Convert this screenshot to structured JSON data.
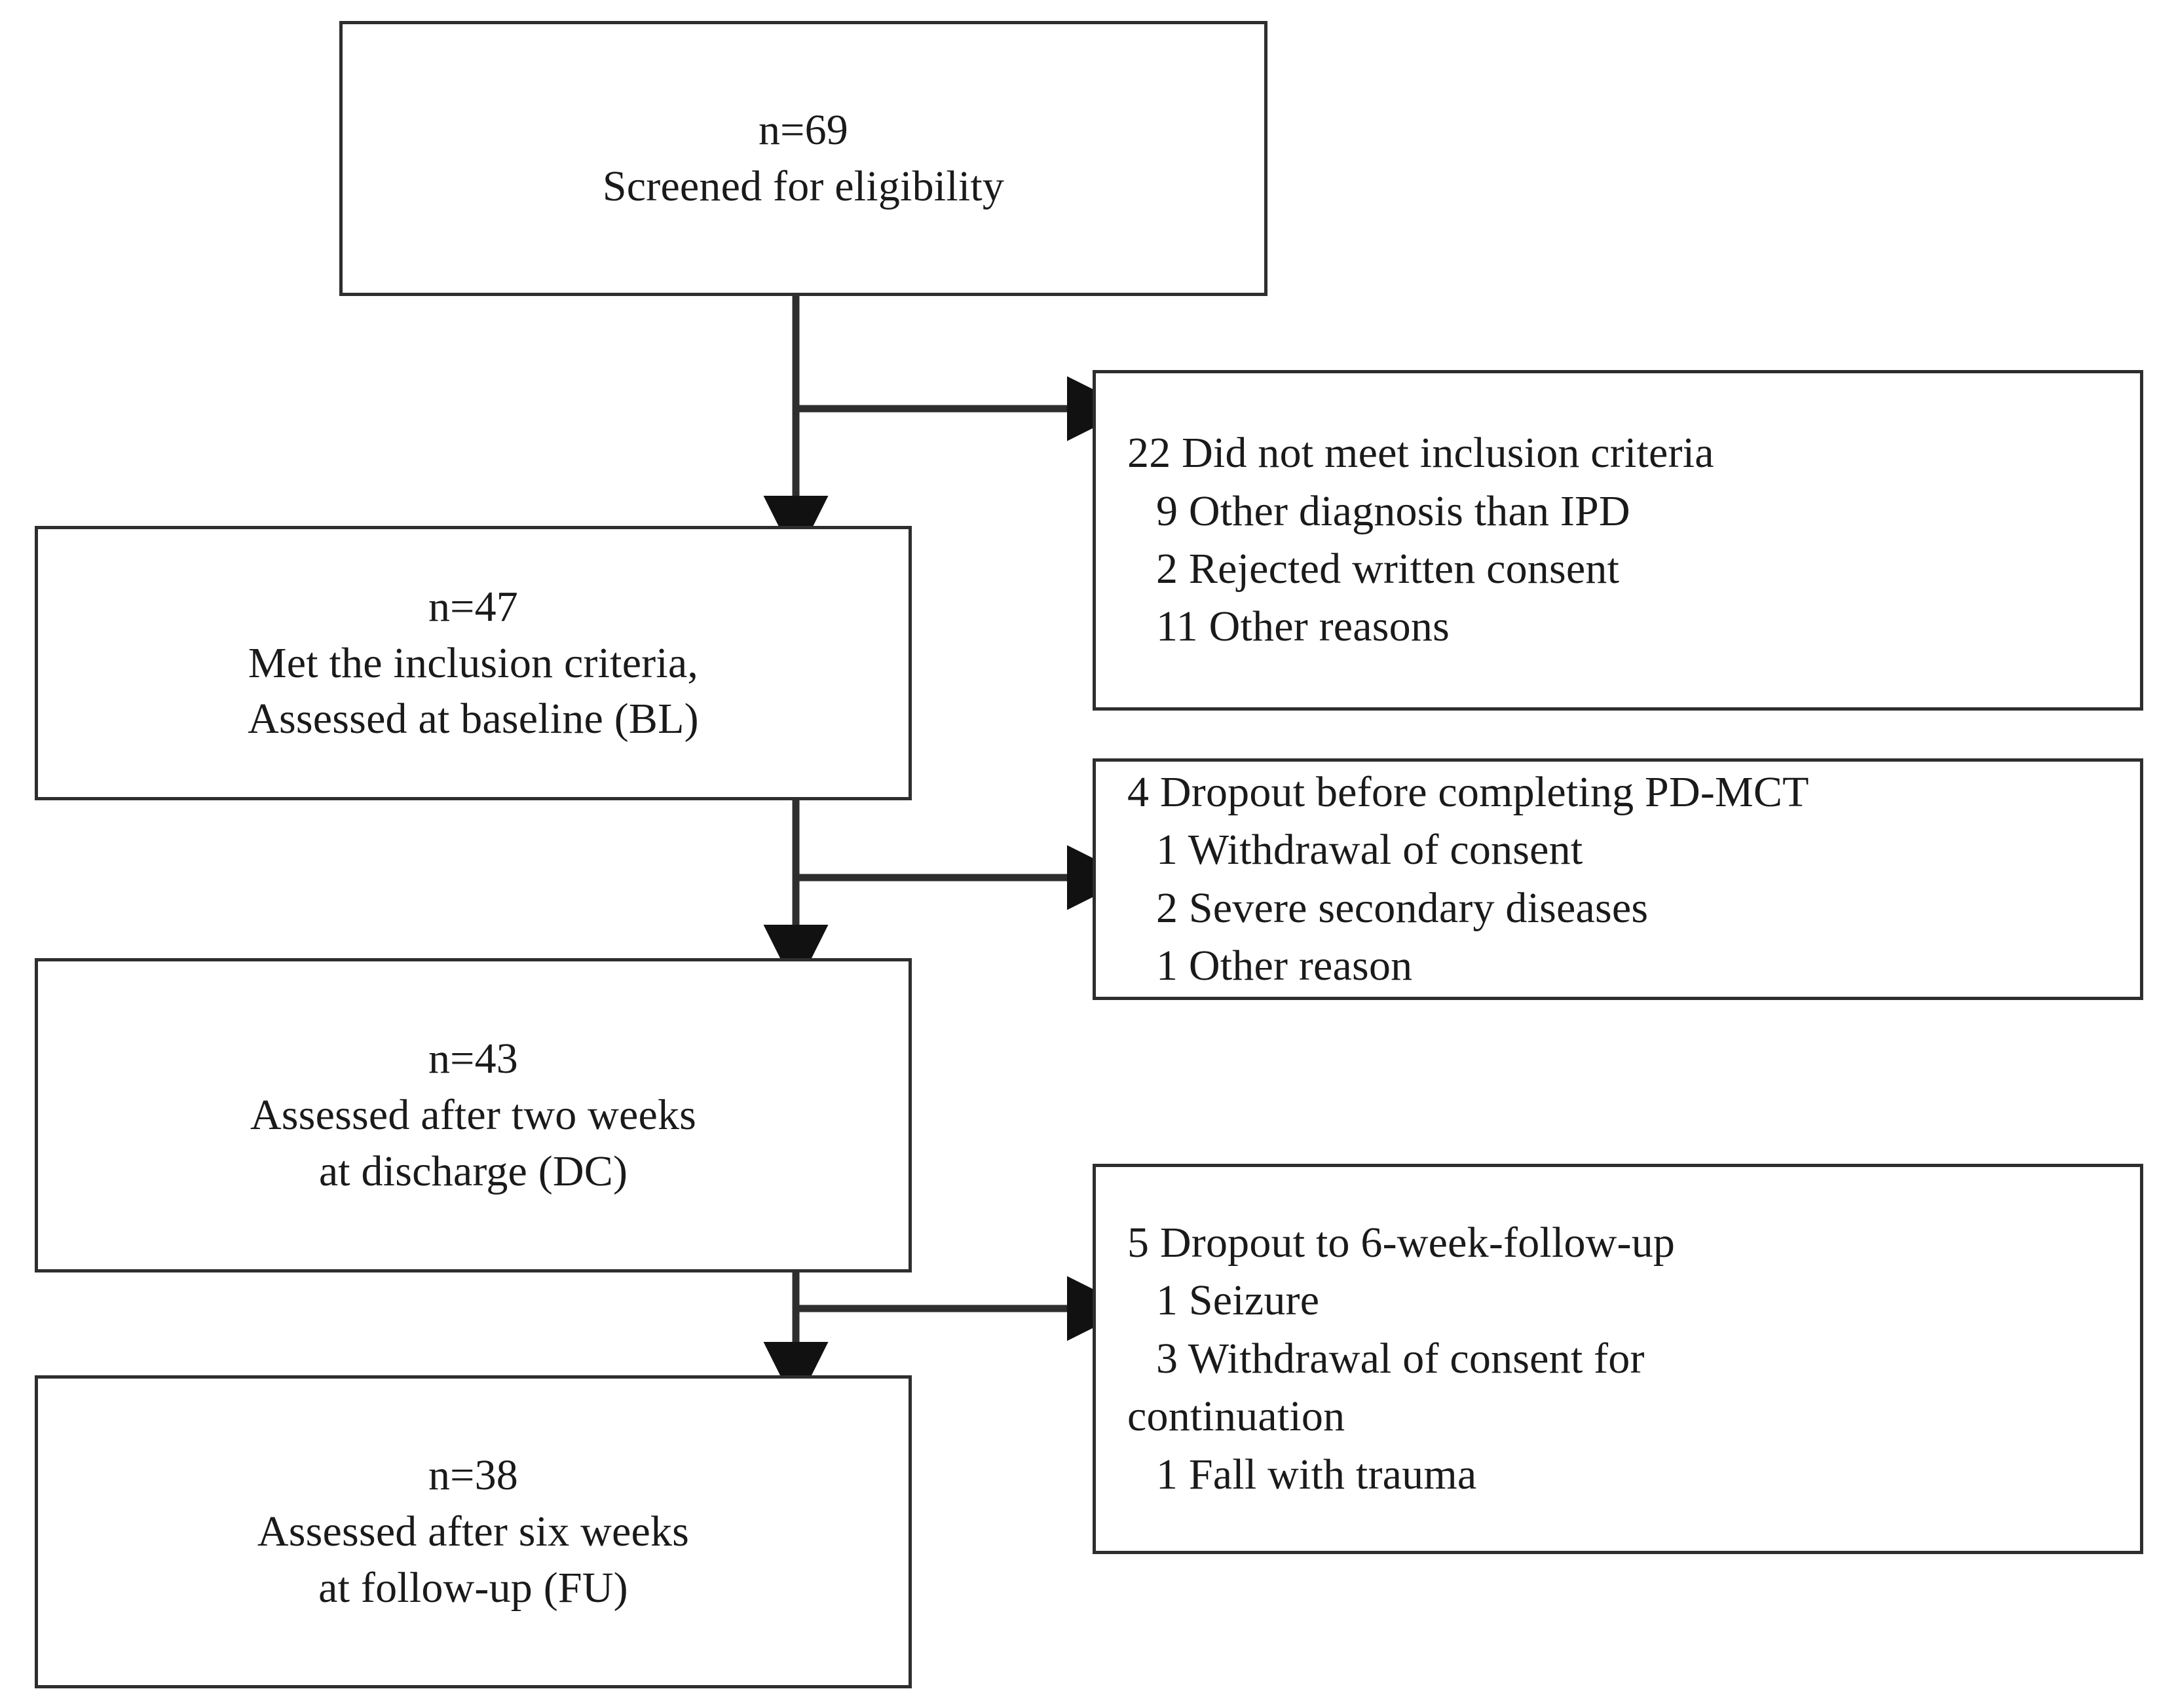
{
  "diagram": {
    "title": "CONSORT-style participant flow diagram",
    "type": "flowchart",
    "accent_color": "#2e2e2e",
    "background_color": "#ffffff",
    "nodes": [
      {
        "id": "screened",
        "kind": "main",
        "lines": [
          "n=69",
          "Screened for eligibility"
        ]
      },
      {
        "id": "included",
        "kind": "main",
        "lines": [
          "n=47",
          "Met the inclusion criteria,",
          "Assessed at baseline (BL)"
        ]
      },
      {
        "id": "discharge",
        "kind": "main",
        "lines": [
          "n=43",
          "Assessed after two weeks",
          "at discharge (DC)"
        ]
      },
      {
        "id": "followup",
        "kind": "main",
        "lines": [
          "n=38",
          "Assessed after six weeks",
          "at follow-up (FU)"
        ]
      },
      {
        "id": "excluded-screening",
        "kind": "exclusion",
        "lines": [
          {
            "text": "22 Did not meet inclusion criteria",
            "indent": false
          },
          {
            "text": "9 Other diagnosis than IPD",
            "indent": true
          },
          {
            "text": "2 Rejected written consent",
            "indent": true
          },
          {
            "text": "11 Other reasons",
            "indent": true
          }
        ]
      },
      {
        "id": "excluded-pdmct",
        "kind": "exclusion",
        "lines": [
          {
            "text": "4 Dropout before completing PD-MCT",
            "indent": false
          },
          {
            "text": "1 Withdrawal of consent",
            "indent": true
          },
          {
            "text": "2 Severe secondary diseases",
            "indent": true
          },
          {
            "text": "1 Other reason",
            "indent": true
          }
        ]
      },
      {
        "id": "excluded-followup",
        "kind": "exclusion",
        "lines": [
          {
            "text": "5 Dropout to 6-week-follow-up",
            "indent": false
          },
          {
            "text": "1 Seizure",
            "indent": true
          },
          {
            "text": "3 Withdrawal of consent for",
            "indent": true
          },
          {
            "text": "continuation",
            "indent": false
          },
          {
            "text": "1 Fall with trauma",
            "indent": true
          }
        ]
      }
    ],
    "edges": [
      {
        "id": "edge-screened-to-included",
        "from": "screened",
        "to": "included",
        "direction": "down"
      },
      {
        "id": "edge-screened-to-excluded",
        "from": "screened",
        "to": "excluded-screening",
        "direction": "right"
      },
      {
        "id": "edge-included-to-discharge",
        "from": "included",
        "to": "discharge",
        "direction": "down"
      },
      {
        "id": "edge-included-to-excluded",
        "from": "included",
        "to": "excluded-pdmct",
        "direction": "right"
      },
      {
        "id": "edge-discharge-to-followup",
        "from": "discharge",
        "to": "followup",
        "direction": "down"
      },
      {
        "id": "edge-discharge-to-excluded",
        "from": "discharge",
        "to": "excluded-followup",
        "direction": "right"
      }
    ]
  }
}
